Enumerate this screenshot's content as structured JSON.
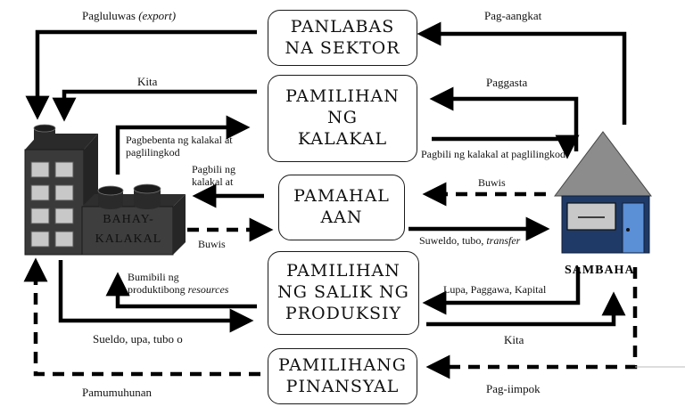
{
  "boxes": {
    "panlabas": [
      "PANLABAS",
      "NA SEKTOR"
    ],
    "pamilihan_kalakal": [
      "PAMILIHAN",
      "NG",
      "KALAKAL"
    ],
    "pamahalaan": [
      "PAMAHAL",
      "AAN"
    ],
    "salik": [
      "PAMILIHAN",
      "NG SALIK NG",
      "PRODUKSIY"
    ],
    "pinansyal": [
      "PAMILIHANG",
      "PINANSYAL"
    ]
  },
  "actors": {
    "firm": [
      "BAHAY-",
      "KALAKAL"
    ],
    "household": "SAMBAHA"
  },
  "labels": {
    "export_prefix": "Pagluluwas ",
    "export_italic": "(export)",
    "import": "Pag-aangkat",
    "kita_top": "Kita",
    "paggasta": "Paggasta",
    "pagbebenta": [
      "Pagbebenta ng kalakal at",
      "paglilingkod"
    ],
    "pagbili_hh": "Pagbili ng kalakal at paglilingkod",
    "pagbili_gov": [
      "Pagbili ng",
      "kalakal at"
    ],
    "buwis_hh": "Buwis",
    "buwis_firm": "Buwis",
    "suweldo_prefix": "Suweldo, tubo, ",
    "suweldo_italic": "transfer",
    "bumibili_line1": "Bumibili ng",
    "bumibili_prefix": "produktibong ",
    "bumibili_italic": "resources",
    "lupa": "Lupa, Paggawa, Kapital",
    "sueldo_firm": "Sueldo, upa, tubo o",
    "kita_bottom": "Kita",
    "pamumuhunan": "Pamumuhunan",
    "pag_iimpok": "Pag-iimpok"
  },
  "colors": {
    "building": "#3a3a3a",
    "building_dark": "#2a2a2a",
    "window": "#c8c8c8",
    "roof": "#8c8c8c",
    "house_body": "#1f3a66",
    "door": "#5b8fd6",
    "arrow": "#000000"
  }
}
